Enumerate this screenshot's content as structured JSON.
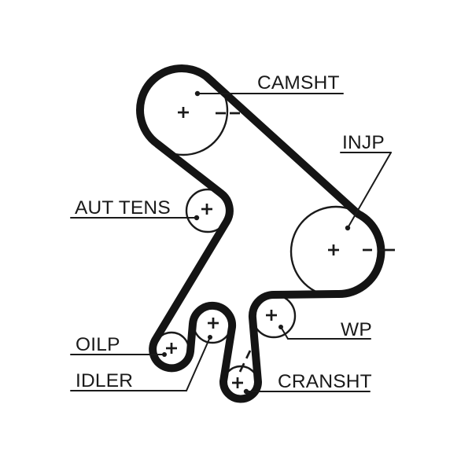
{
  "diagram": {
    "kind": "timing-belt-routing-diagram",
    "background_color": "#ffffff",
    "outline_color": "#1a1a1a",
    "belt_color": "#141414",
    "belt": {
      "name": "timing belt",
      "style": "thick black serpentine band"
    },
    "pulleys": [
      {
        "id": "camsht",
        "label": "CAMSHT",
        "center_mark": "+",
        "alignment_mark": "- -"
      },
      {
        "id": "injp",
        "label": "INJP",
        "center_mark": "+",
        "alignment_mark": "- -"
      },
      {
        "id": "aut_tens",
        "label": "AUT TENS",
        "center_mark": "+"
      },
      {
        "id": "wp",
        "label": "WP",
        "center_mark": "+"
      },
      {
        "id": "oilp",
        "label": "OILP",
        "center_mark": "+"
      },
      {
        "id": "idler",
        "label": "IDLER",
        "center_mark": "+"
      },
      {
        "id": "cransht",
        "label": "CRANSHT",
        "center_mark": "+",
        "alignment_mark": "diagonal dashes"
      }
    ]
  }
}
